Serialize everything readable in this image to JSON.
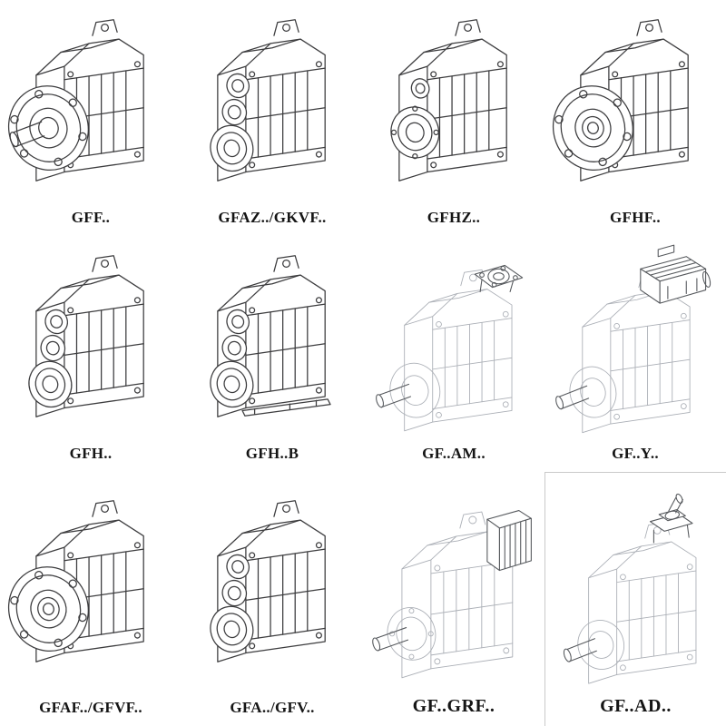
{
  "page": {
    "background": "#ffffff",
    "line_color": "#3d3d3f",
    "faint_line_color": "#abafb6",
    "label_color": "#151515"
  },
  "grid": {
    "rows": [
      {
        "cells": [
          {
            "label": "GFF..",
            "drawing": "parallel-shaft-gear-unit-flange-with-solid-shaft",
            "render": "solid"
          },
          {
            "label": "GFAZ../GKVF..",
            "drawing": "parallel-shaft-gear-unit-hollow-shaft-bores",
            "render": "solid"
          },
          {
            "label": "GFHZ..",
            "drawing": "parallel-shaft-gear-unit-hollow-output-bore",
            "render": "solid"
          },
          {
            "label": "GFHF..",
            "drawing": "parallel-shaft-gear-unit-flange-hollow-shaft",
            "render": "solid"
          }
        ]
      },
      {
        "cells": [
          {
            "label": "GFH..",
            "drawing": "parallel-shaft-gear-unit-shaft-mounted",
            "render": "solid"
          },
          {
            "label": "GFH..B",
            "drawing": "parallel-shaft-gear-unit-shaft-mounted-with-base",
            "render": "solid"
          },
          {
            "label": "GF..AM..",
            "drawing": "gear-unit-with-iec-motor-adapter-flange",
            "render": "faint"
          },
          {
            "label": "GF..Y..",
            "drawing": "gear-unit-with-mounted-motor",
            "render": "faint"
          }
        ]
      },
      {
        "cells": [
          {
            "label": "GFAF../GFVF..",
            "drawing": "parallel-shaft-gear-unit-flange-variant",
            "render": "solid"
          },
          {
            "label": "GFA../GFV..",
            "drawing": "parallel-shaft-gear-unit-bore-variant",
            "render": "solid"
          },
          {
            "label": "GF..GRF..",
            "drawing": "gear-unit-with-finned-input-housing",
            "render": "faint"
          },
          {
            "label": "GF..AD..",
            "drawing": "gear-unit-with-input-shaft-adapter",
            "render": "faint"
          }
        ]
      }
    ]
  }
}
